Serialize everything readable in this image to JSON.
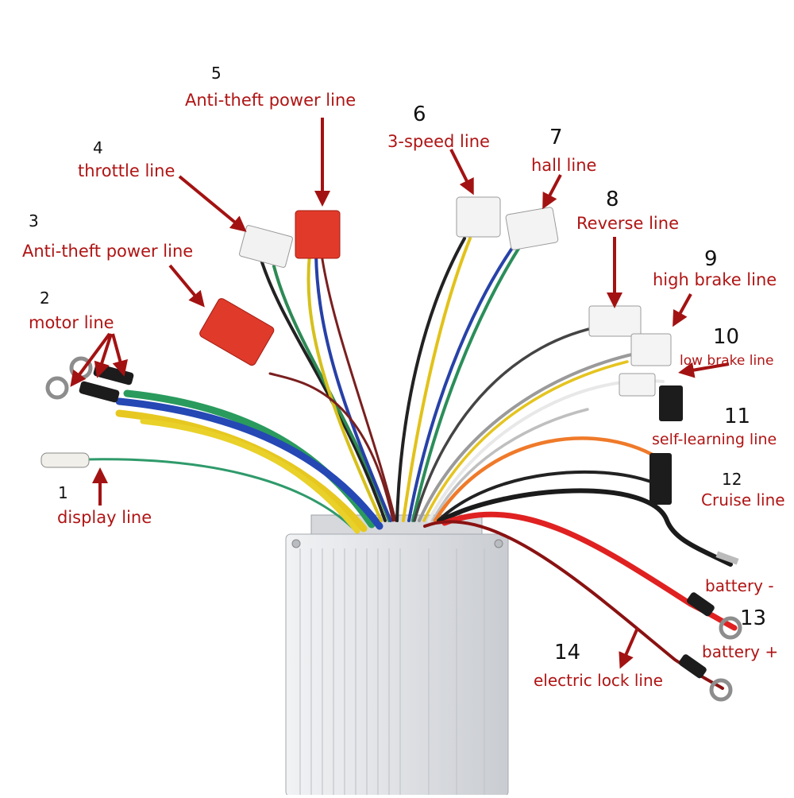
{
  "colors": {
    "label": "#b01414",
    "number": "#111111",
    "arrow": "#a31212",
    "controller_body": "#e3e5e8"
  },
  "callouts": [
    {
      "number": "1",
      "label": "display line"
    },
    {
      "number": "2",
      "label": "motor line"
    },
    {
      "number": "3",
      "label": "Anti-theft power line"
    },
    {
      "number": "4",
      "label": "throttle line"
    },
    {
      "number": "5",
      "label": "Anti-theft power line"
    },
    {
      "number": "6",
      "label": "3-speed line"
    },
    {
      "number": "7",
      "label": "hall line"
    },
    {
      "number": "8",
      "label": "Reverse line"
    },
    {
      "number": "9",
      "label": "high brake line"
    },
    {
      "number": "10",
      "label": "low brake line"
    },
    {
      "number": "11",
      "label": "self-learning line"
    },
    {
      "number": "12",
      "label": "Cruise line"
    },
    {
      "number": "13",
      "label": "battery +"
    },
    {
      "number": "14",
      "label": "electric lock line"
    }
  ],
  "battery_minus_label": "battery -"
}
